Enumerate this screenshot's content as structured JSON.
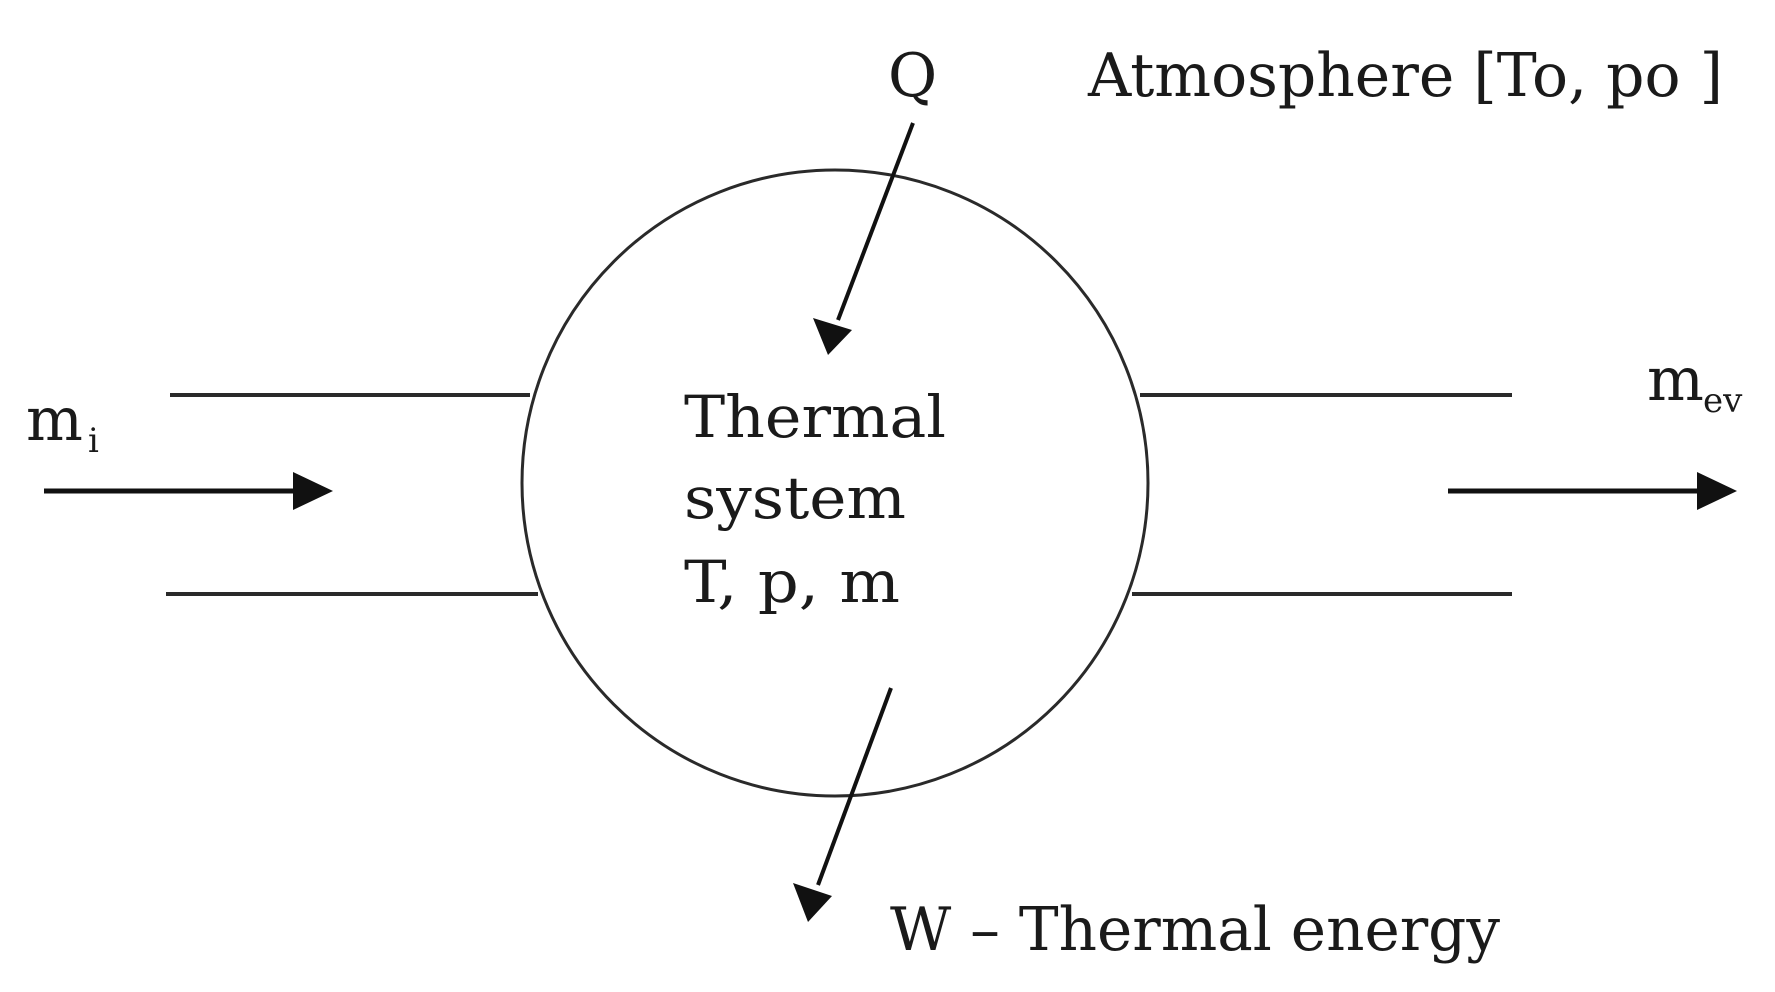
{
  "heat_label": "Q",
  "atmosphere_label": "Atmosphere [To, po ]",
  "system": {
    "line1": "Thermal",
    "line2": "system",
    "line3": "T, p, m"
  },
  "inlet": {
    "symbol": "m",
    "subscript": "i"
  },
  "outlet": {
    "symbol": "m",
    "subscript": "ev"
  },
  "work_label": "W – Thermal energy"
}
